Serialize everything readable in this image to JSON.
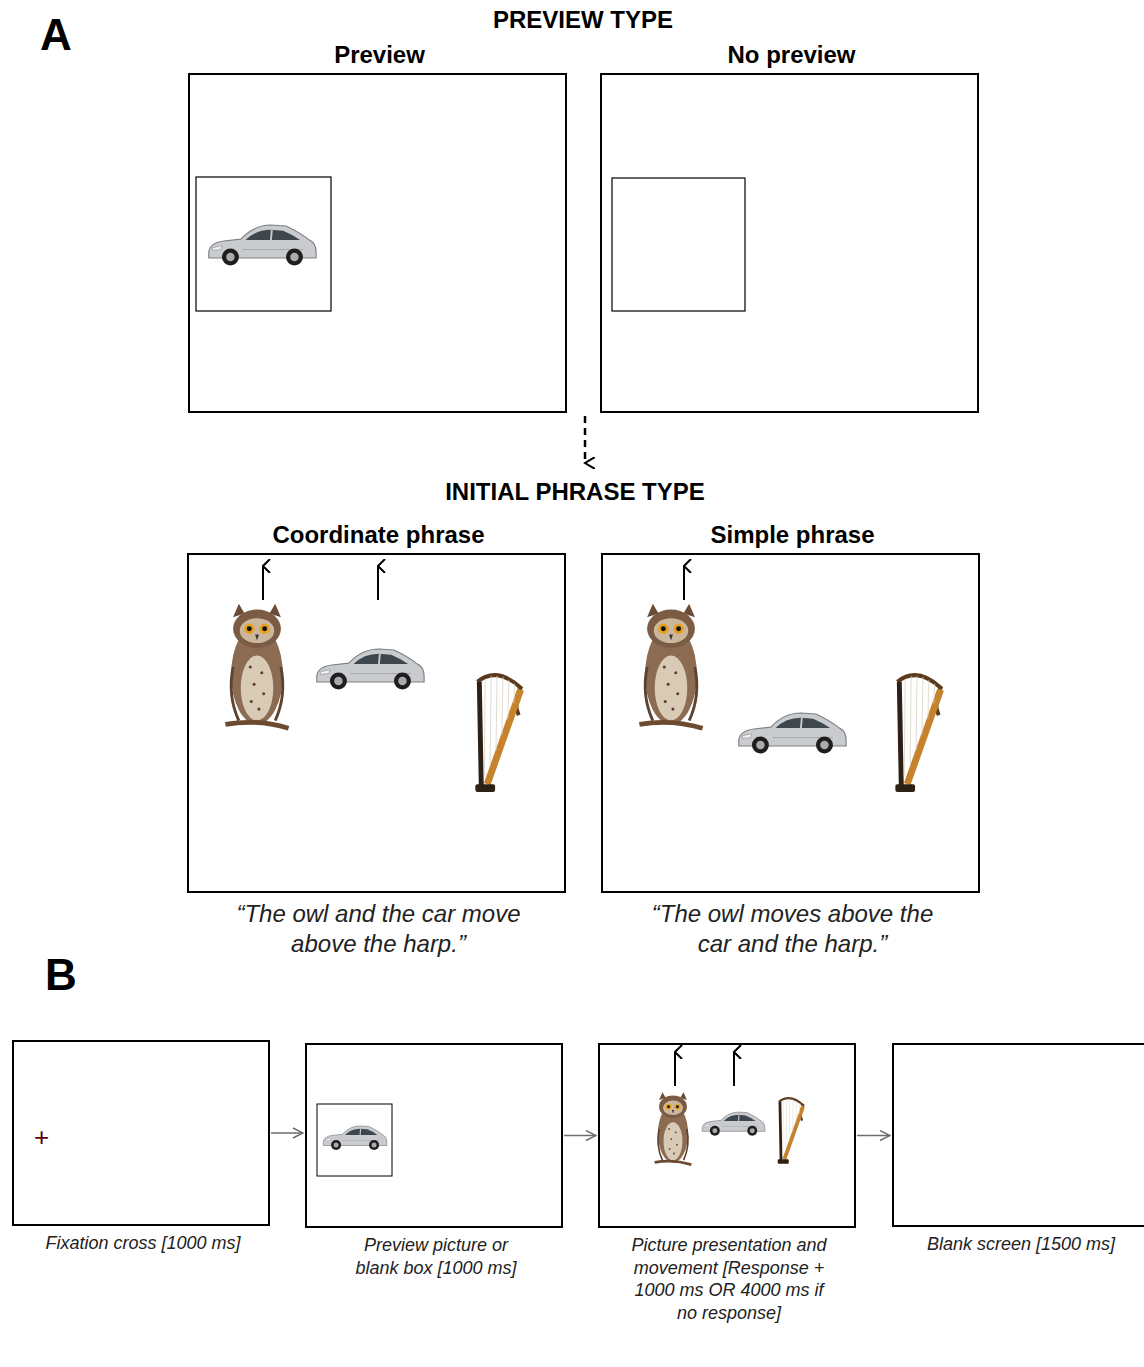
{
  "diagram": {
    "nodes": [
      {
        "text": [
          "Preview"
        ]
      },
      {
        "text": [
          "No preview"
        ]
      },
      {
        "text": [
          "Coordinate phrase",
          "“The owl and the car move above the harp.”"
        ]
      },
      {
        "text": [
          "Simple phrase",
          "“The owl moves above the car and the harp.”"
        ]
      },
      {
        "text": [
          "+",
          "Fixation cross [1000 ms]"
        ]
      },
      {
        "text": [
          "Preview picture or blank box [1000 ms]"
        ]
      },
      {
        "text": [
          "Picture presentation and movement [Response + 1000 ms OR 4000 ms if no response]"
        ]
      },
      {
        "text": [
          "Blank screen [1500 ms]"
        ]
      }
    ],
    "edges": [
      {
        "from": 4,
        "to": 5,
        "arrow": "to"
      },
      {
        "from": 5,
        "to": 6,
        "arrow": "to"
      },
      {
        "from": 6,
        "to": 7,
        "arrow": "to"
      }
    ],
    "labels": [
      "A",
      "PREVIEW TYPE",
      "INITIAL PHRASE TYPE",
      "B"
    ]
  }
}
